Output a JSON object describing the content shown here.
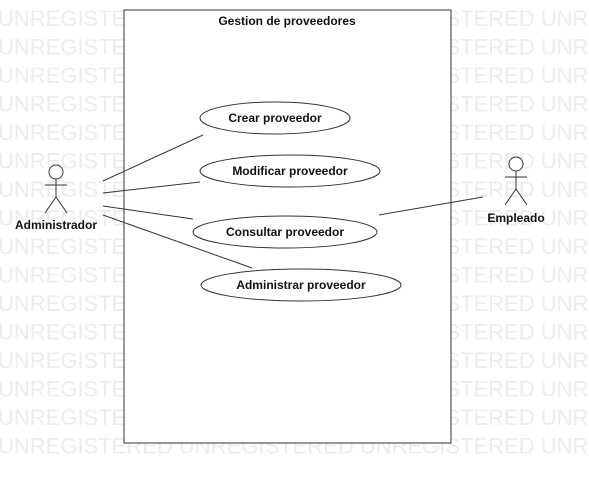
{
  "watermark": {
    "text": "UNREGISTERED",
    "color": "#ececec"
  },
  "system": {
    "title": "Gestion de proveedores"
  },
  "use_cases": [
    {
      "label": "Crear proveedor"
    },
    {
      "label": "Modificar proveedor"
    },
    {
      "label": "Consultar proveedor"
    },
    {
      "label": "Administrar proveedor"
    }
  ],
  "actors": [
    {
      "label": "Administrador"
    },
    {
      "label": "Empleado"
    }
  ],
  "colors": {
    "stroke": "#333333",
    "fill": "#ffffff",
    "text": "#111111"
  }
}
